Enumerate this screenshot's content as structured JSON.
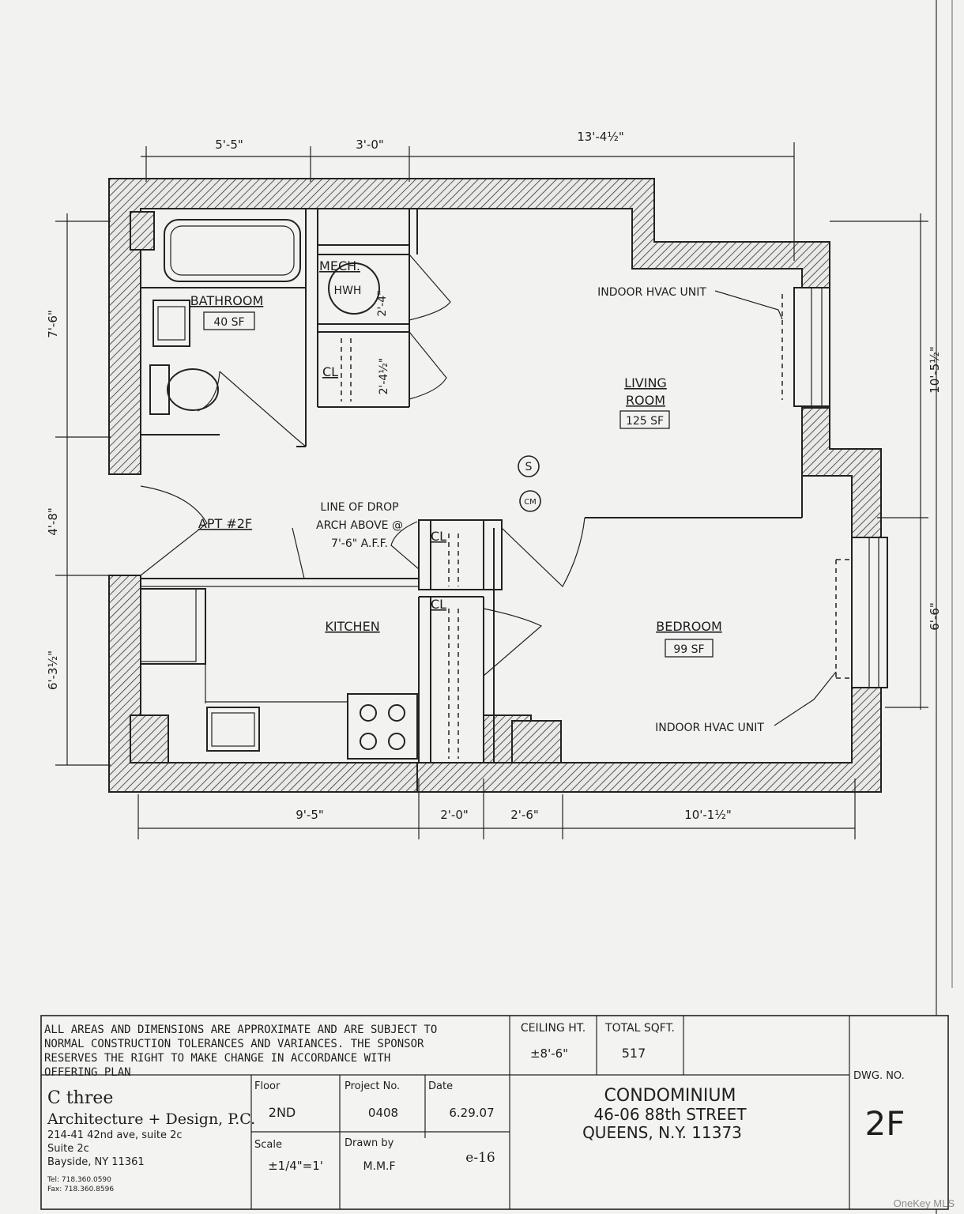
{
  "plan": {
    "rooms": {
      "bathroom": {
        "name": "BATHROOM",
        "area": "40 SF"
      },
      "living_room": {
        "name_line1": "LIVING",
        "name_line2": "ROOM",
        "area": "125 SF"
      },
      "bedroom": {
        "name": "BEDROOM",
        "area": "99 SF"
      },
      "kitchen": {
        "name": "KITCHEN"
      },
      "mech": {
        "name": "MECH.",
        "hwh": "HWH",
        "hwh_dim": "2'-4\""
      },
      "closet_upper": {
        "name": "CL",
        "dim": "2'-4½\""
      },
      "closet_mid": {
        "name": "CL"
      },
      "closet_lower": {
        "name": "CL"
      }
    },
    "labels": {
      "apt": "APT #2F",
      "drop_arch_1": "LINE OF DROP",
      "drop_arch_2": "ARCH ABOVE @",
      "drop_arch_3": "7'-6\" A.F.F.",
      "hvac_top": "INDOOR HVAC UNIT",
      "hvac_bottom": "INDOOR HVAC UNIT",
      "smoke": "S",
      "co": "CM"
    },
    "dimensions": {
      "top_1": "5'-5\"",
      "top_2": "3'-0\"",
      "top_3": "13'-4½\"",
      "left_1": "7'-6\"",
      "left_2": "4'-8\"",
      "left_3": "6'-3½\"",
      "right_1": "10'-5½\"",
      "right_2": "6'-6\"",
      "bottom_1": "9'-5\"",
      "bottom_2": "2'-0\"",
      "bottom_3": "2'-6\"",
      "bottom_4": "10'-1½\""
    }
  },
  "title_block": {
    "disclaimer_1": "ALL AREAS AND DIMENSIONS ARE APPROXIMATE AND ARE SUBJECT TO",
    "disclaimer_2": "NORMAL CONSTRUCTION TOLERANCES AND VARIANCES. THE SPONSOR",
    "disclaimer_3": "RESERVES THE RIGHT TO MAKE CHANGE IN ACCORDANCE WITH",
    "disclaimer_4": "OFFERING PLAN",
    "ceiling_label": "CEILING HT.",
    "ceiling_value": "±8'-6\"",
    "total_label": "TOTAL SQFT.",
    "total_value": "517",
    "firm_line1": "C three",
    "firm_line2": "Architecture + Design, P.C.",
    "firm_addr1": "214-41 42nd ave, suite 2c",
    "firm_addr2": "Suite 2c",
    "firm_addr3": "Bayside, NY   11361",
    "firm_tel": "Tel: 718.360.0590",
    "firm_fax": "Fax: 718.360.8596",
    "floor_label": "Floor",
    "floor_value": "2ND",
    "project_label": "Project No.",
    "project_value": "0408",
    "date_label": "Date",
    "date_value": "6.29.07",
    "scale_label": "Scale",
    "scale_value": "±1/4\"=1'",
    "drawn_label": "Drawn by",
    "drawn_value": "M.M.F",
    "sheet_ref": "e-16",
    "project_line1": "CONDOMINIUM",
    "project_line2": "46-06 88th STREET",
    "project_line3": "QUEENS, N.Y. 11373",
    "dwg_label": "DWG. NO.",
    "dwg_value": "2F"
  },
  "watermark": "OneKey MLS"
}
